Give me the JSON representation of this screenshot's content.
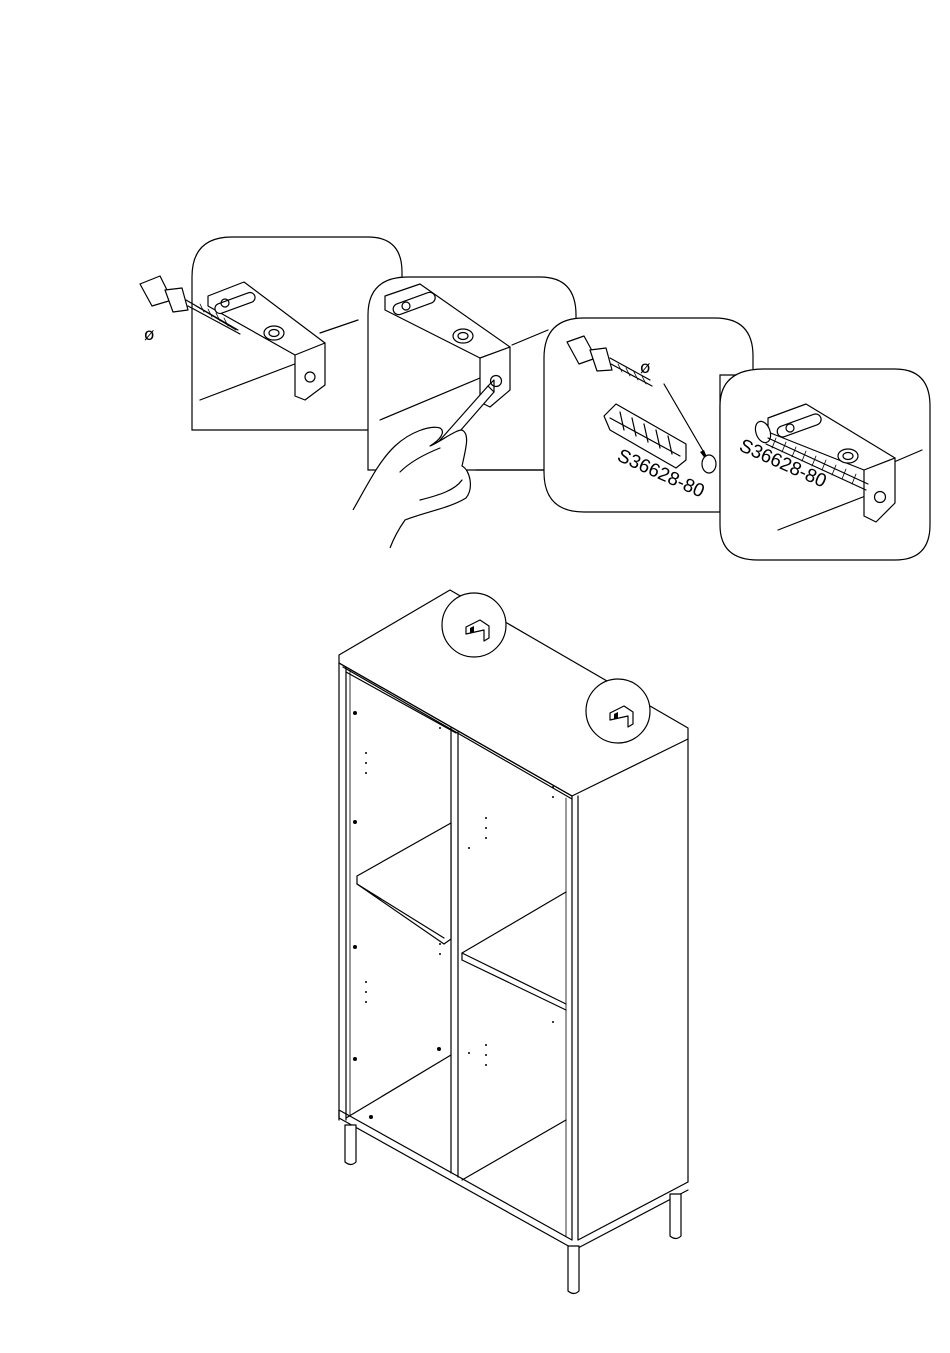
{
  "page": {
    "title": "",
    "background": "#ffffff"
  },
  "step_panels": [
    {
      "id": "drill-bracket",
      "icons": [
        "drill-icon",
        "drill-bit-icon",
        "diameter-icon",
        "bracket-icon"
      ]
    },
    {
      "id": "mark-wall",
      "icons": [
        "pencil-icon",
        "hand-icon",
        "bracket-icon"
      ]
    },
    {
      "id": "insert-plug",
      "icons": [
        "drill-icon",
        "diameter-icon",
        "wall-plug-icon"
      ],
      "part_code": "S36628-80"
    },
    {
      "id": "screw-bracket",
      "icons": [
        "screw-icon",
        "bracket-icon"
      ],
      "part_code": "S36628-80"
    }
  ],
  "labels": {
    "diameter_symbol": "ø",
    "part_code_plug": "S36628-80",
    "part_code_screw": "S36628-80"
  },
  "cabinet": {
    "description_icons": [
      "cabinet-icon",
      "leg-icon",
      "anti-tip-bracket-icon"
    ]
  }
}
